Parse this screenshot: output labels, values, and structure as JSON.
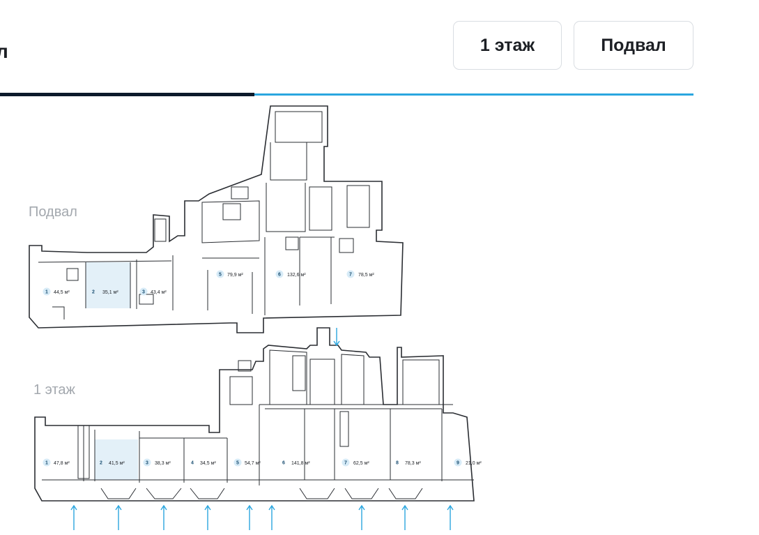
{
  "header": {
    "edge_glyph": "л",
    "floor_buttons": [
      {
        "label": "1 этаж",
        "active": true
      },
      {
        "label": "Подвал",
        "active": false
      }
    ],
    "progress": 0.367
  },
  "plan": {
    "basement": {
      "label": "Подвал",
      "rooms": [
        {
          "num": "1",
          "area": "44,5 м²"
        },
        {
          "num": "2",
          "area": "35,1 м²",
          "highlighted": true
        },
        {
          "num": "3",
          "area": "43,4 м²"
        },
        {
          "num": "5",
          "area": "79,9 м²"
        },
        {
          "num": "6",
          "area": "132,6 м²"
        },
        {
          "num": "7",
          "area": "78,5 м²"
        }
      ]
    },
    "first_floor": {
      "label": "1 этаж",
      "rooms": [
        {
          "num": "1",
          "area": "47,8 м²"
        },
        {
          "num": "2",
          "area": "41,5 м²",
          "highlighted": true
        },
        {
          "num": "3",
          "area": "38,3 м²"
        },
        {
          "num": "4",
          "area": "34,5 м²"
        },
        {
          "num": "5",
          "area": "54,7 м²"
        },
        {
          "num": "6",
          "area": "141,8 м²"
        },
        {
          "num": "7",
          "area": "62,5 м²"
        },
        {
          "num": "8",
          "area": "78,3 м²"
        },
        {
          "num": "9",
          "area": "21,0 м²"
        }
      ]
    }
  },
  "colors": {
    "accent": "#2aa6df",
    "dark": "#0d1a2b",
    "highlight": "#e3f0f8"
  }
}
